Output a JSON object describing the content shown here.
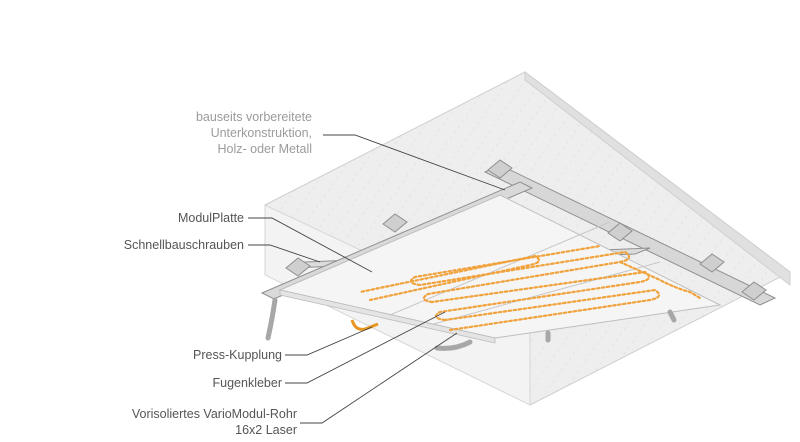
{
  "labels": {
    "unterkonstruktion": {
      "line1": "bauseits vorbereitete",
      "line2": "Unterkonstruktion,",
      "line3": "Holz- oder Metall"
    },
    "modulplatte": "ModulPlatte",
    "schnellbauschrauben": "Schnellbauschrauben",
    "press_kupplung": "Press-Kupplung",
    "fugenkleber": "Fugenkleber",
    "rohr": {
      "line1": "Vorisoliertes VarioModul-Rohr",
      "line2": "16x2 Laser"
    }
  },
  "colors": {
    "concrete": "#e6e6e6",
    "concrete_side": "#f2f2f2",
    "panel": "#f4f4f4",
    "pipe": "#f0a23c",
    "metal": "#9a9a9a",
    "leader": "#444444"
  }
}
